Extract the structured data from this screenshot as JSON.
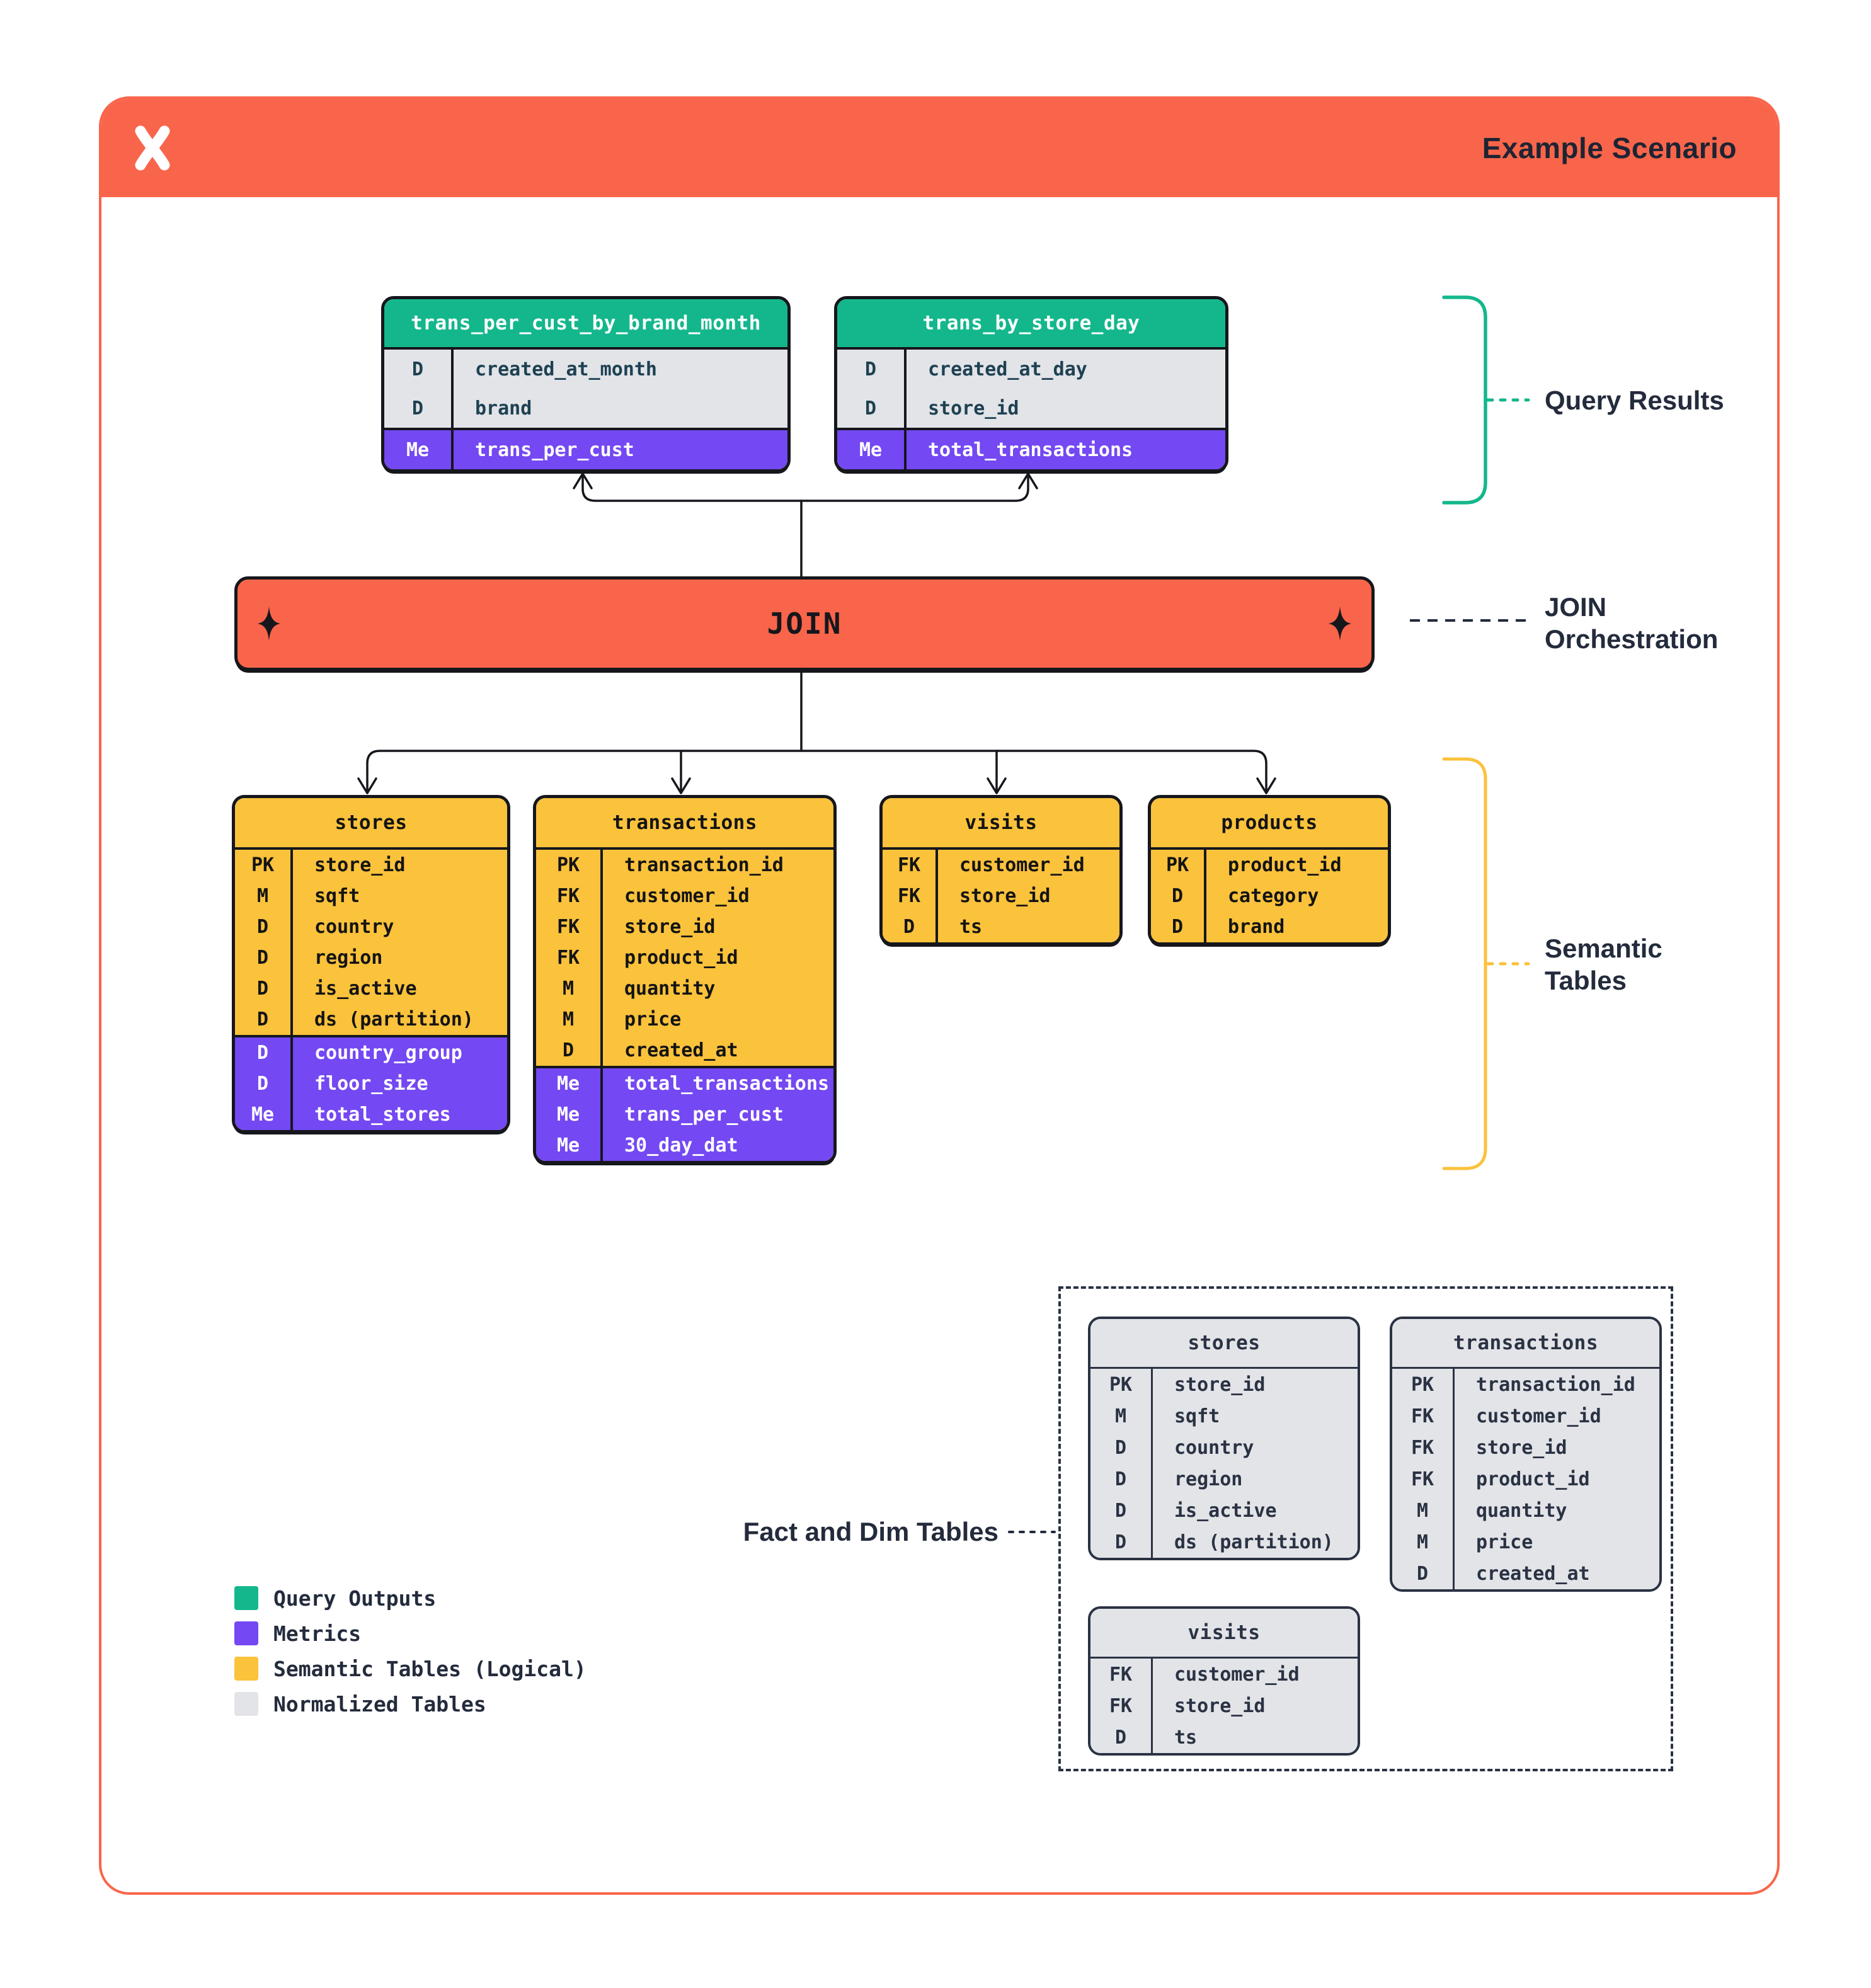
{
  "header": {
    "title": "Example Scenario",
    "logo": "x-mark"
  },
  "join": {
    "label": "JOIN"
  },
  "annotations": {
    "query_results": "Query Results",
    "join_orchestration": "JOIN Orchestration",
    "semantic_tables": "Semantic Tables",
    "fact_and_dim": "Fact and Dim Tables"
  },
  "colors": {
    "orange": "#F9654A",
    "green": "#14B78C",
    "purple": "#7448F2",
    "yellow": "#FBC23C",
    "gray_light": "#E2E4E8",
    "ink": "#15171C",
    "navy": "#2A3243",
    "label_ink": "#232B3C",
    "dim_text": "#1E4152"
  },
  "query_tables": [
    {
      "id": "q1",
      "name": "trans_per_cust_by_brand_month",
      "sections": [
        {
          "style": "gray",
          "rows": [
            {
              "k": "D",
              "v": "created_at_month"
            },
            {
              "k": "D",
              "v": "brand"
            }
          ]
        },
        {
          "style": "purple",
          "rows": [
            {
              "k": "Me",
              "v": "trans_per_cust"
            }
          ]
        }
      ]
    },
    {
      "id": "q2",
      "name": "trans_by_store_day",
      "sections": [
        {
          "style": "gray",
          "rows": [
            {
              "k": "D",
              "v": "created_at_day"
            },
            {
              "k": "D",
              "v": "store_id"
            }
          ]
        },
        {
          "style": "purple",
          "rows": [
            {
              "k": "Me",
              "v": "total_transactions"
            }
          ]
        }
      ]
    }
  ],
  "semantic_tables": [
    {
      "id": "s_stores",
      "name": "stores",
      "sections": [
        {
          "style": "yellow",
          "rows": [
            {
              "k": "PK",
              "v": "store_id"
            },
            {
              "k": "M",
              "v": "sqft"
            },
            {
              "k": "D",
              "v": "country"
            },
            {
              "k": "D",
              "v": "region"
            },
            {
              "k": "D",
              "v": "is_active"
            },
            {
              "k": "D",
              "v": "ds (partition)"
            }
          ]
        },
        {
          "style": "purple",
          "rows": [
            {
              "k": "D",
              "v": "country_group"
            },
            {
              "k": "D",
              "v": "floor_size"
            },
            {
              "k": "Me",
              "v": "total_stores"
            }
          ]
        }
      ]
    },
    {
      "id": "s_transactions",
      "name": "transactions",
      "sections": [
        {
          "style": "yellow",
          "rows": [
            {
              "k": "PK",
              "v": "transaction_id"
            },
            {
              "k": "FK",
              "v": "customer_id"
            },
            {
              "k": "FK",
              "v": "store_id"
            },
            {
              "k": "FK",
              "v": "product_id"
            },
            {
              "k": "M",
              "v": "quantity"
            },
            {
              "k": "M",
              "v": "price"
            },
            {
              "k": "D",
              "v": "created_at"
            }
          ]
        },
        {
          "style": "purple",
          "rows": [
            {
              "k": "Me",
              "v": "total_transactions"
            },
            {
              "k": "Me",
              "v": "trans_per_cust"
            },
            {
              "k": "Me",
              "v": "30_day_dat"
            }
          ]
        }
      ]
    },
    {
      "id": "s_visits",
      "name": "visits",
      "sections": [
        {
          "style": "yellow",
          "rows": [
            {
              "k": "FK",
              "v": "customer_id"
            },
            {
              "k": "FK",
              "v": "store_id"
            },
            {
              "k": "D",
              "v": "ts"
            }
          ]
        }
      ]
    },
    {
      "id": "s_products",
      "name": "products",
      "sections": [
        {
          "style": "yellow",
          "rows": [
            {
              "k": "PK",
              "v": "product_id"
            },
            {
              "k": "D",
              "v": "category"
            },
            {
              "k": "D",
              "v": "brand"
            }
          ]
        }
      ]
    }
  ],
  "normalized_tables": [
    {
      "id": "n_stores",
      "name": "stores",
      "sections": [
        {
          "style": "grayrow",
          "rows": [
            {
              "k": "PK",
              "v": "store_id"
            },
            {
              "k": "M",
              "v": "sqft"
            },
            {
              "k": "D",
              "v": "country"
            },
            {
              "k": "D",
              "v": "region"
            },
            {
              "k": "D",
              "v": "is_active"
            },
            {
              "k": "D",
              "v": "ds (partition)"
            }
          ]
        }
      ]
    },
    {
      "id": "n_transactions",
      "name": "transactions",
      "sections": [
        {
          "style": "grayrow",
          "rows": [
            {
              "k": "PK",
              "v": "transaction_id"
            },
            {
              "k": "FK",
              "v": "customer_id"
            },
            {
              "k": "FK",
              "v": "store_id"
            },
            {
              "k": "FK",
              "v": "product_id"
            },
            {
              "k": "M",
              "v": "quantity"
            },
            {
              "k": "M",
              "v": "price"
            },
            {
              "k": "D",
              "v": "created_at"
            }
          ]
        }
      ]
    },
    {
      "id": "n_visits",
      "name": "visits",
      "sections": [
        {
          "style": "grayrow",
          "rows": [
            {
              "k": "FK",
              "v": "customer_id"
            },
            {
              "k": "FK",
              "v": "store_id"
            },
            {
              "k": "D",
              "v": "ts"
            }
          ]
        }
      ]
    }
  ],
  "legend": {
    "items": [
      {
        "label": "Query Outputs",
        "swatch": "green"
      },
      {
        "label": "Metrics",
        "swatch": "purple"
      },
      {
        "label": "Semantic Tables (Logical)",
        "swatch": "yellow"
      },
      {
        "label": "Normalized Tables",
        "swatch": "gray_light"
      }
    ]
  }
}
